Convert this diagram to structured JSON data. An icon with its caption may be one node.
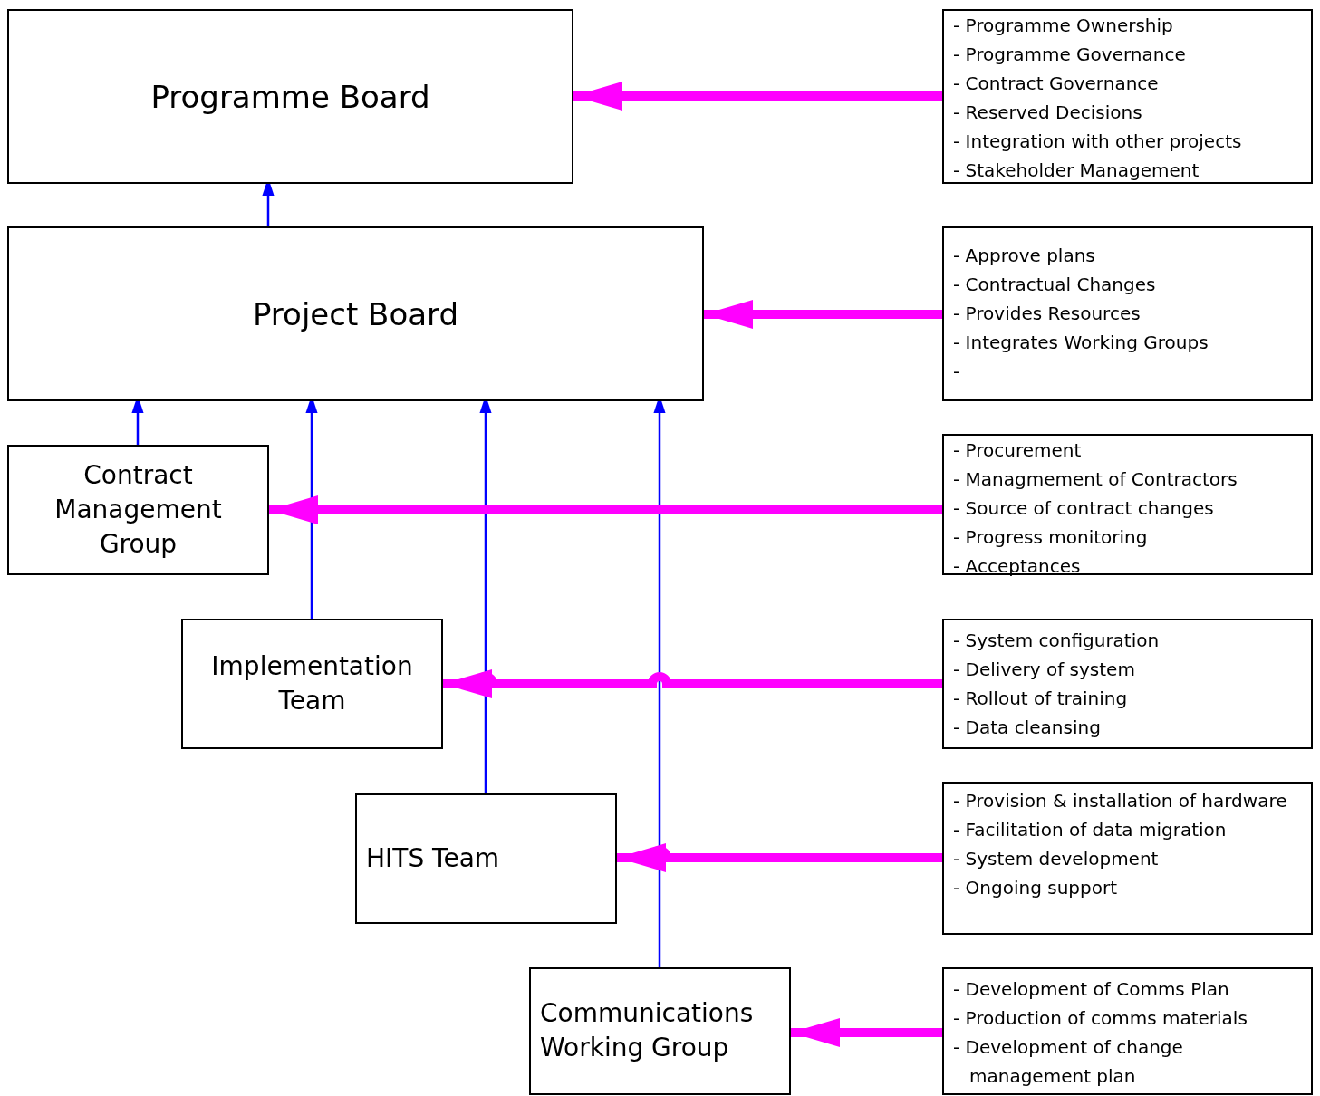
{
  "diagram": {
    "nodes": [
      {
        "text": [
          "Programme Board"
        ]
      },
      {
        "text": [
          "Project Board"
        ]
      },
      {
        "text": [
          "Contract Management Group"
        ]
      },
      {
        "text": [
          "Implementation Team"
        ]
      },
      {
        "text": [
          "HITS Team"
        ]
      },
      {
        "text": [
          "Communications Working Group"
        ]
      },
      {
        "text": [
          "- Programme Ownership",
          "- Programme Governance",
          "- Contract Governance",
          "- Reserved Decisions",
          "- Integration with other projects",
          "- Stakeholder Management"
        ]
      },
      {
        "text": [
          "- Approve plans",
          "- Contractual Changes",
          "- Provides Resources",
          "- Integrates Working Groups",
          "-"
        ]
      },
      {
        "text": [
          "- Procurement",
          "- Managmement of Contractors",
          "- Source of contract changes",
          "- Progress monitoring",
          "- Acceptances"
        ]
      },
      {
        "text": [
          "- System configuration",
          "- Delivery of system",
          "- Rollout of training",
          "- Data cleansing"
        ]
      },
      {
        "text": [
          "- Provision & installation of hardware",
          "- Facilitation of data migration",
          "- System development",
          "- Ongoing support"
        ]
      },
      {
        "text": [
          "- Development of Comms Plan",
          "- Production of comms materials",
          "- Development of change management plan"
        ]
      }
    ],
    "edges": [
      {
        "from": 1,
        "to": 0,
        "arrow": "to",
        "color": "#0000ff"
      },
      {
        "from": 2,
        "to": 1,
        "arrow": "to",
        "color": "#0000ff"
      },
      {
        "from": 3,
        "to": 1,
        "arrow": "to",
        "color": "#0000ff"
      },
      {
        "from": 4,
        "to": 1,
        "arrow": "to",
        "color": "#0000ff"
      },
      {
        "from": 5,
        "to": 1,
        "arrow": "to",
        "color": "#0000ff"
      },
      {
        "from": 6,
        "to": 0,
        "arrow": "to",
        "color": "#ff00ff"
      },
      {
        "from": 7,
        "to": 1,
        "arrow": "to",
        "color": "#ff00ff"
      },
      {
        "from": 8,
        "to": 2,
        "arrow": "to",
        "color": "#ff00ff"
      },
      {
        "from": 9,
        "to": 3,
        "arrow": "to",
        "color": "#ff00ff"
      },
      {
        "from": 10,
        "to": 4,
        "arrow": "to",
        "color": "#ff00ff"
      },
      {
        "from": 11,
        "to": 5,
        "arrow": "to",
        "color": "#ff00ff"
      }
    ]
  }
}
